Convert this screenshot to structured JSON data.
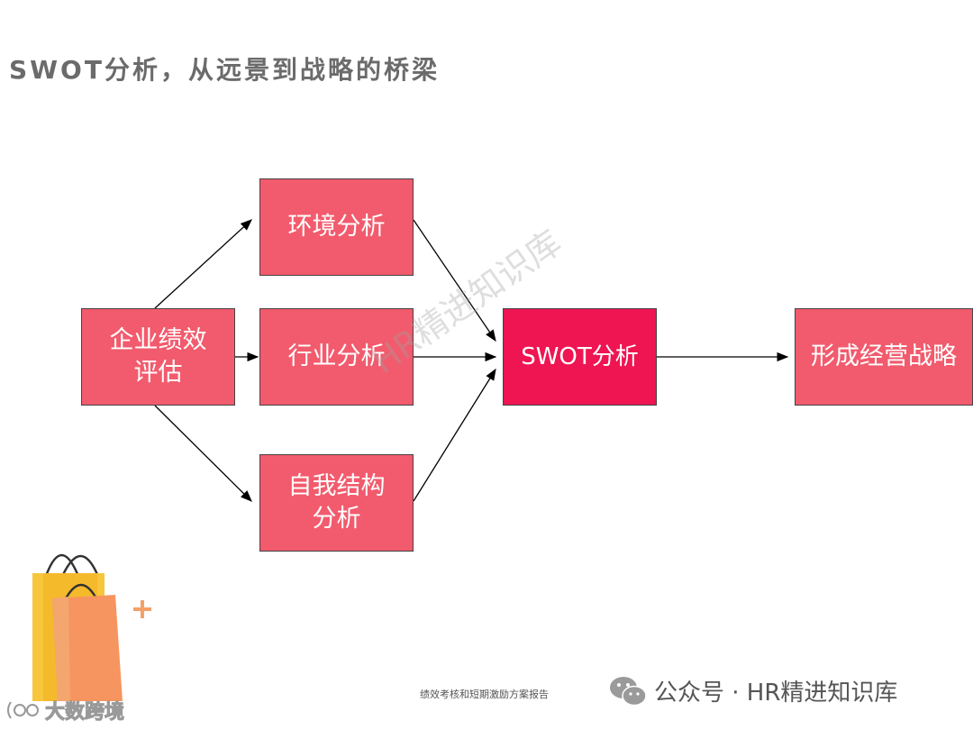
{
  "title": "SWOT分析，从远景到战略的桥梁",
  "nodes": {
    "eval_line1": "企业绩效",
    "eval_line2": "评估",
    "env": "环境分析",
    "industry": "行业分析",
    "self_line1": "自我结构",
    "self_line2": "分析",
    "swot": "SWOT分析",
    "strategy": "形成经营战略"
  },
  "watermark": "HR精进知识库",
  "footer": {
    "report_name": "绩效考核和短期激励方案报告",
    "wechat_label": "公众号 · HR精进知识库",
    "brand_logo": "大数跨境"
  },
  "colors": {
    "box": "#f25b6d",
    "swot_box": "#ee1552",
    "title": "#6b6b6b"
  },
  "icons": {
    "wechat": "wechat-icon",
    "bags": "shopping-bags-icon",
    "plus": "plus-icon"
  }
}
